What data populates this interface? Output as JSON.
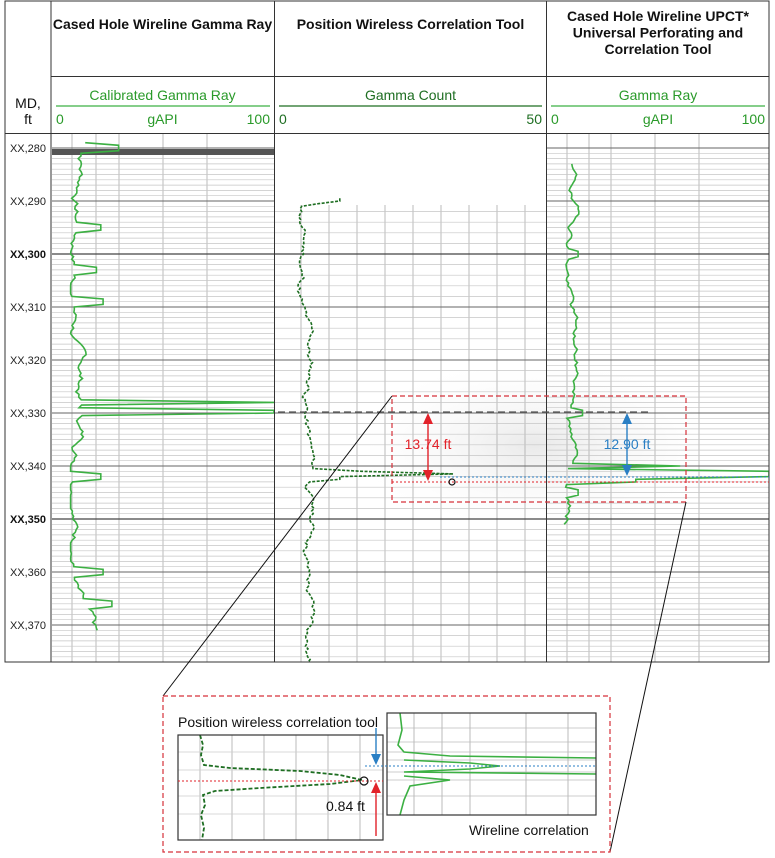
{
  "depth_header": {
    "line1": "MD,",
    "line2": "ft"
  },
  "tracks": [
    {
      "title_lines": [
        "Cased Hole Wireline Gamma Ray"
      ],
      "curve_name": "Calibrated Gamma Ray",
      "unit": "gAPI",
      "min": "0",
      "max": "100",
      "color": "#3cb043"
    },
    {
      "title_lines": [
        "Position Wireless Correlation Tool"
      ],
      "curve_name": "Gamma Count",
      "unit": "",
      "min": "0",
      "max": "50",
      "color": "#1e6e22"
    },
    {
      "title_lines": [
        "Cased Hole Wireline UPCT*",
        "Universal Perforating and",
        "Correlation Tool"
      ],
      "curve_name": "Gamma Ray",
      "unit": "gAPI",
      "min": "0",
      "max": "100",
      "color": "#3cb043"
    }
  ],
  "depth_labels": [
    {
      "depth": 280,
      "text": "XX,280",
      "bold": false
    },
    {
      "depth": 290,
      "text": "XX,290",
      "bold": false
    },
    {
      "depth": 300,
      "text": "XX,300",
      "bold": true
    },
    {
      "depth": 310,
      "text": "XX,310",
      "bold": false
    },
    {
      "depth": 320,
      "text": "XX,320",
      "bold": false
    },
    {
      "depth": 330,
      "text": "XX,330",
      "bold": false
    },
    {
      "depth": 340,
      "text": "XX,340",
      "bold": false
    },
    {
      "depth": 350,
      "text": "XX,350",
      "bold": true
    },
    {
      "depth": 360,
      "text": "XX,360",
      "bold": false
    },
    {
      "depth": 370,
      "text": "XX,370",
      "bold": false
    }
  ],
  "annotations": {
    "red_offset": "13.74 ft",
    "blue_offset": "12.90 ft",
    "inset_offset": "0.84 ft",
    "inset_left_label": "Position wireless correlation tool",
    "inset_right_label": "Wireline correlation"
  },
  "colors": {
    "red": "#e2222a",
    "blue": "#2a7fc4",
    "green": "#3cb043",
    "dark_green": "#1e6e22",
    "grid": "#999999"
  }
}
